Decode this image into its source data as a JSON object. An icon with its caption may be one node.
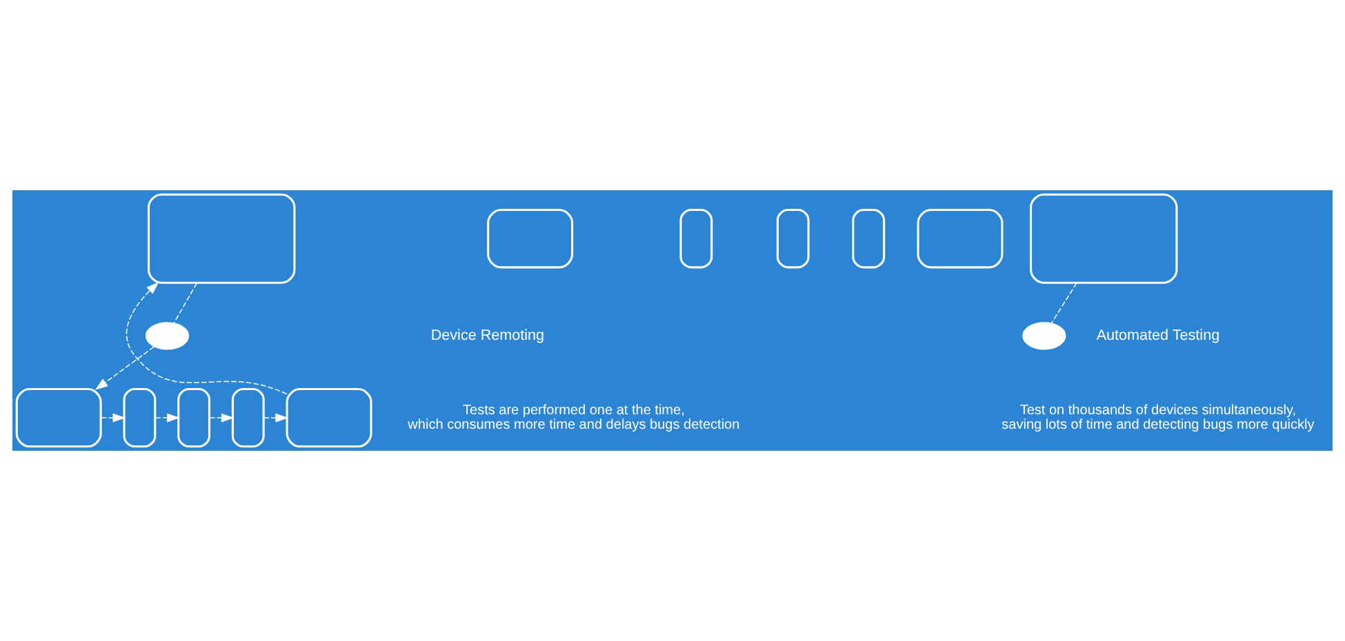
{
  "diagram": {
    "nodes": [
      {
        "text": [],
        "shape": "tablet"
      },
      {
        "text": [],
        "shape": "phone"
      },
      {
        "text": [],
        "shape": "phone"
      },
      {
        "text": [],
        "shape": "phone"
      },
      {
        "text": [],
        "shape": "tablet"
      },
      {
        "text": [],
        "shape": "cloud"
      },
      {
        "text": [],
        "shape": "laptop"
      },
      {
        "text": [],
        "shape": "tablet"
      },
      {
        "text": [],
        "shape": "phone"
      },
      {
        "text": [],
        "shape": "phone"
      },
      {
        "text": [],
        "shape": "phone"
      },
      {
        "text": [],
        "shape": "tablet"
      },
      {
        "text": [],
        "shape": "cloud"
      },
      {
        "text": [],
        "shape": "laptop"
      }
    ],
    "edges": [
      {
        "from": 0,
        "to": 1,
        "arrow": "to",
        "style": "dashed"
      },
      {
        "from": 1,
        "to": 2,
        "arrow": "to",
        "style": "dashed"
      },
      {
        "from": 2,
        "to": 3,
        "arrow": "to",
        "style": "dashed"
      },
      {
        "from": 3,
        "to": 4,
        "arrow": "to",
        "style": "dashed"
      },
      {
        "from": 4,
        "to": 6,
        "arrow": "to",
        "style": "dashed"
      },
      {
        "from": 6,
        "to": 5,
        "arrow": "none",
        "style": "dashed"
      },
      {
        "from": 5,
        "to": 0,
        "arrow": "to",
        "style": "dashed"
      },
      {
        "from": 13,
        "to": 12,
        "arrow": "none",
        "style": "dashed"
      }
    ],
    "labels": [
      "Device Remoting",
      "Tests are performed one at the time, which consumes more time and delays bugs detection",
      "Automated Testing",
      "Test on thousands of devices simultaneously, saving lots of time and detecting bugs more quickly"
    ]
  }
}
